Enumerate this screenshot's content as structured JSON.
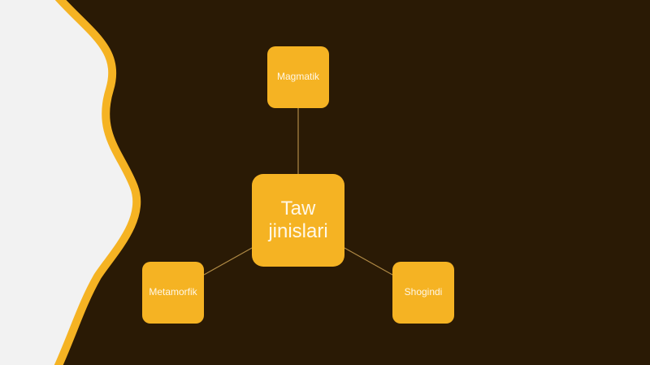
{
  "colors": {
    "background": "#2a1a05",
    "left_panel": "#f2f2f2",
    "accent": "#f5b323",
    "node_text": "#fff8e8"
  },
  "diagram": {
    "type": "radial",
    "center": {
      "label": "Taw jinislari"
    },
    "nodes": [
      {
        "label": "Magmatik"
      },
      {
        "label": "Metamorfik"
      },
      {
        "label": "Shogindi"
      }
    ],
    "connections": [
      {
        "from": "Taw jinislari",
        "to": "Magmatik"
      },
      {
        "from": "Taw jinislari",
        "to": "Metamorfik"
      },
      {
        "from": "Taw jinislari",
        "to": "Shogindi"
      }
    ]
  }
}
